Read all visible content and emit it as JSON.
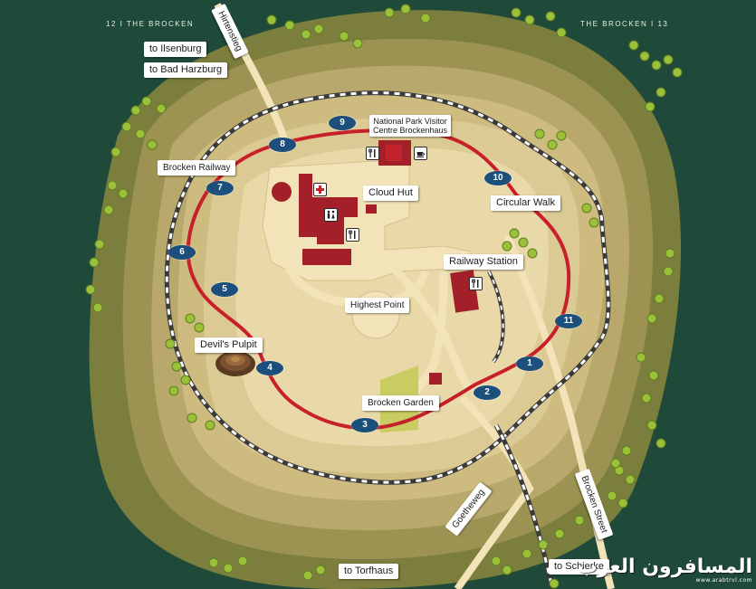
{
  "header": {
    "left": "12  I  THE BROCKEN",
    "right": "THE BROCKEN  I  13"
  },
  "roads": {
    "hirtenstieg": "Hirtenstieg",
    "goetheweg": "Goetheweg",
    "brocken_street": "Brocken Street"
  },
  "destinations": {
    "ilsenburg": "to Ilsenburg",
    "bad_harzburg": "to Bad Harzburg",
    "torfhaus": "to Torfhaus",
    "schierke": "to Schierke"
  },
  "places": {
    "visitor_centre": "National Park Visitor\nCentre Brockenhaus",
    "brocken_railway": "Brocken Railway",
    "cloud_hut": "Cloud Hut",
    "circular_walk": "Circular Walk",
    "railway_station": "Railway Station",
    "highest_point": "Highest Point",
    "devils_pulpit": "Devil's Pulpit",
    "brocken_garden": "Brocken Garden"
  },
  "stops": [
    "1",
    "2",
    "3",
    "4",
    "5",
    "6",
    "7",
    "8",
    "9",
    "10",
    "11"
  ],
  "icons": {
    "first_aid": "first-aid-icon",
    "toilets": "toilets-icon",
    "restaurant": "restaurant-icon",
    "cafe": "cafe-icon"
  },
  "watermark": {
    "arabic": "المسافرون العرب",
    "url": "www.arabtrvl.com"
  },
  "colors": {
    "forest_dark": "#1f4a3a",
    "outer_ring": "#7b7e3c",
    "ring_2": "#9c9353",
    "ring_3": "#b8a86b",
    "ring_4": "#cdbb80",
    "ring_5": "#dcca94",
    "summit": "#e9d9a8",
    "path": "#f2e4b8",
    "circular_walk": "#c8202a",
    "stop_marker": "#1c4f7c",
    "building": "#a3202a",
    "garden": "#c9cc61",
    "tree": "#9bc13a"
  }
}
